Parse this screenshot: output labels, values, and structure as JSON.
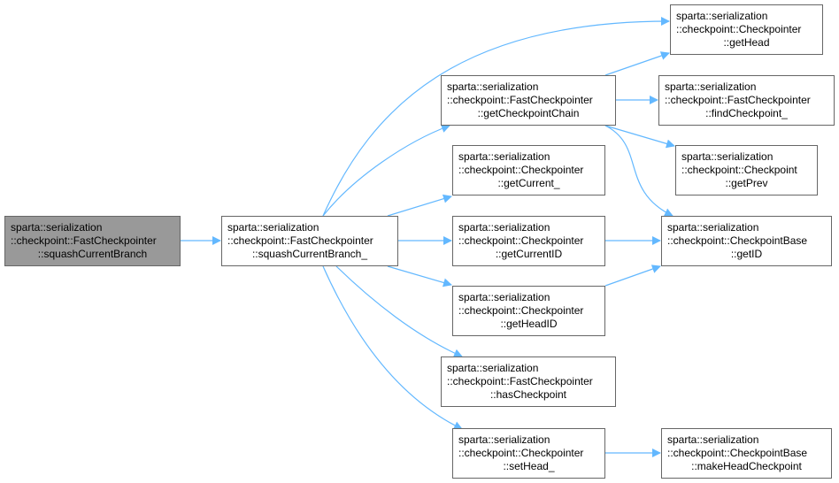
{
  "diagram": {
    "title": "Call graph of sparta::serialization::checkpoint::FastCheckpointer::squashCurrentBranch",
    "edge_color": "#63b8ff",
    "node_border_color": "#666666",
    "root_fill_color": "#999999",
    "nodes": [
      {
        "id": "squashCurrentBranch",
        "lines": [
          "sparta::serialization",
          "::checkpoint::FastCheckpointer",
          "::squashCurrentBranch"
        ],
        "root": true
      },
      {
        "id": "squashCurrentBranch_",
        "lines": [
          "sparta::serialization",
          "::checkpoint::FastCheckpointer",
          "::squashCurrentBranch_"
        ]
      },
      {
        "id": "getCheckpointChain",
        "lines": [
          "sparta::serialization",
          "::checkpoint::FastCheckpointer",
          "::getCheckpointChain"
        ]
      },
      {
        "id": "getCurrent_",
        "lines": [
          "sparta::serialization",
          "::checkpoint::Checkpointer",
          "::getCurrent_"
        ]
      },
      {
        "id": "getCurrentID",
        "lines": [
          "sparta::serialization",
          "::checkpoint::Checkpointer",
          "::getCurrentID"
        ]
      },
      {
        "id": "getHeadID",
        "lines": [
          "sparta::serialization",
          "::checkpoint::Checkpointer",
          "::getHeadID"
        ]
      },
      {
        "id": "hasCheckpoint",
        "lines": [
          "sparta::serialization",
          "::checkpoint::FastCheckpointer",
          "::hasCheckpoint"
        ]
      },
      {
        "id": "setHead_",
        "lines": [
          "sparta::serialization",
          "::checkpoint::Checkpointer",
          "::setHead_"
        ]
      },
      {
        "id": "getHead",
        "lines": [
          "sparta::serialization",
          "::checkpoint::Checkpointer",
          "::getHead"
        ]
      },
      {
        "id": "findCheckpoint_",
        "lines": [
          "sparta::serialization",
          "::checkpoint::FastCheckpointer",
          "::findCheckpoint_"
        ]
      },
      {
        "id": "getPrev",
        "lines": [
          "sparta::serialization",
          "::checkpoint::Checkpoint",
          "::getPrev"
        ]
      },
      {
        "id": "getID",
        "lines": [
          "sparta::serialization",
          "::checkpoint::CheckpointBase",
          "::getID"
        ]
      },
      {
        "id": "makeHeadCheckpoint",
        "lines": [
          "sparta::serialization",
          "::checkpoint::CheckpointBase",
          "::makeHeadCheckpoint"
        ]
      }
    ],
    "edges": [
      {
        "from": "squashCurrentBranch",
        "to": "squashCurrentBranch_"
      },
      {
        "from": "squashCurrentBranch_",
        "to": "getHead"
      },
      {
        "from": "squashCurrentBranch_",
        "to": "getCheckpointChain"
      },
      {
        "from": "squashCurrentBranch_",
        "to": "getCurrent_"
      },
      {
        "from": "squashCurrentBranch_",
        "to": "getCurrentID"
      },
      {
        "from": "squashCurrentBranch_",
        "to": "getHeadID"
      },
      {
        "from": "squashCurrentBranch_",
        "to": "hasCheckpoint"
      },
      {
        "from": "squashCurrentBranch_",
        "to": "setHead_"
      },
      {
        "from": "getCheckpointChain",
        "to": "getHead"
      },
      {
        "from": "getCheckpointChain",
        "to": "findCheckpoint_"
      },
      {
        "from": "getCheckpointChain",
        "to": "getPrev"
      },
      {
        "from": "getCheckpointChain",
        "to": "getID"
      },
      {
        "from": "getCurrentID",
        "to": "getID"
      },
      {
        "from": "getHeadID",
        "to": "getID"
      },
      {
        "from": "setHead_",
        "to": "makeHeadCheckpoint"
      }
    ]
  }
}
